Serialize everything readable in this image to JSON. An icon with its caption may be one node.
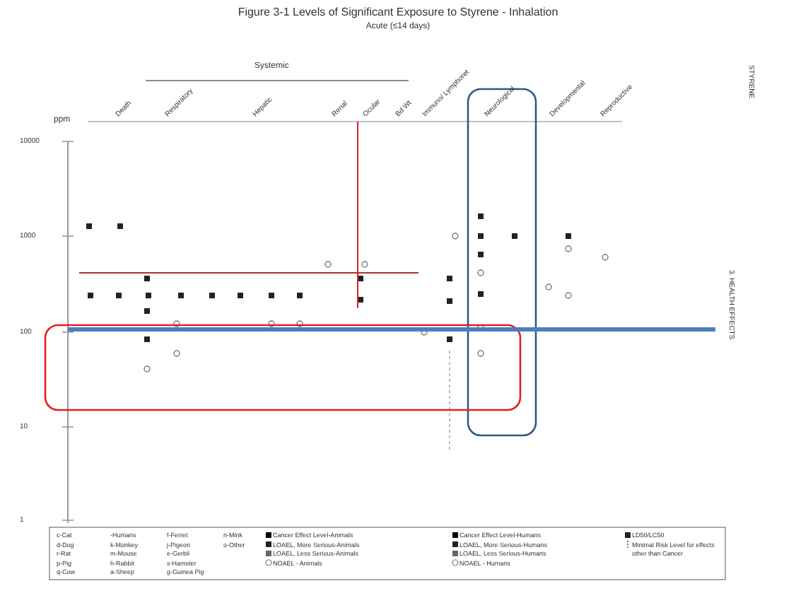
{
  "diagram": {
    "title": "Figure 3-1 Levels of Significant Exposure to Styrene - Inhalation",
    "labels": [
      "Acute (≤14 days)",
      "Systemic",
      "Death",
      "Respiratory",
      "Hepatic",
      "Renal",
      "Ocular",
      "Bd Wt",
      "Immuno/ Lymphoret",
      "Neurological",
      "Developmental",
      "Reproductive",
      "ppm",
      "10000",
      "1000",
      "100",
      "10",
      "1",
      "STYRENE",
      "3. HEALTH EFFECTS",
      "c-Cat",
      "d-Dog",
      "r-Rat",
      "p-Pig",
      "q-Cow",
      "-Humans",
      "k-Monkey",
      "m-Mouse",
      "h-Rabbit",
      "a-Sheep",
      "f-Ferret",
      "j-Pigeon",
      "e-Gerbil",
      "s-Hamster",
      "g-Guinea Pig",
      "n-Mink",
      "o-Other"
    ],
    "legend": [
      {
        "text": "Cancer Effect Level-Animals"
      },
      {
        "text": "LOAEL, More Serious-Animals"
      },
      {
        "text": "LOAEL, Less Serious-Animals"
      },
      {
        "text": "NOAEL - Animals"
      },
      {
        "text": "Cancer Effect Level-Humans"
      },
      {
        "text": "LOAEL, More Serious-Humans"
      },
      {
        "text": "LOAEL, Less Serious-Humans"
      },
      {
        "text": "NOAEL - Humans"
      },
      {
        "text": "LD50/LC50"
      },
      {
        "text": "Minimal Risk Level for effects other than Cancer"
      }
    ]
  }
}
